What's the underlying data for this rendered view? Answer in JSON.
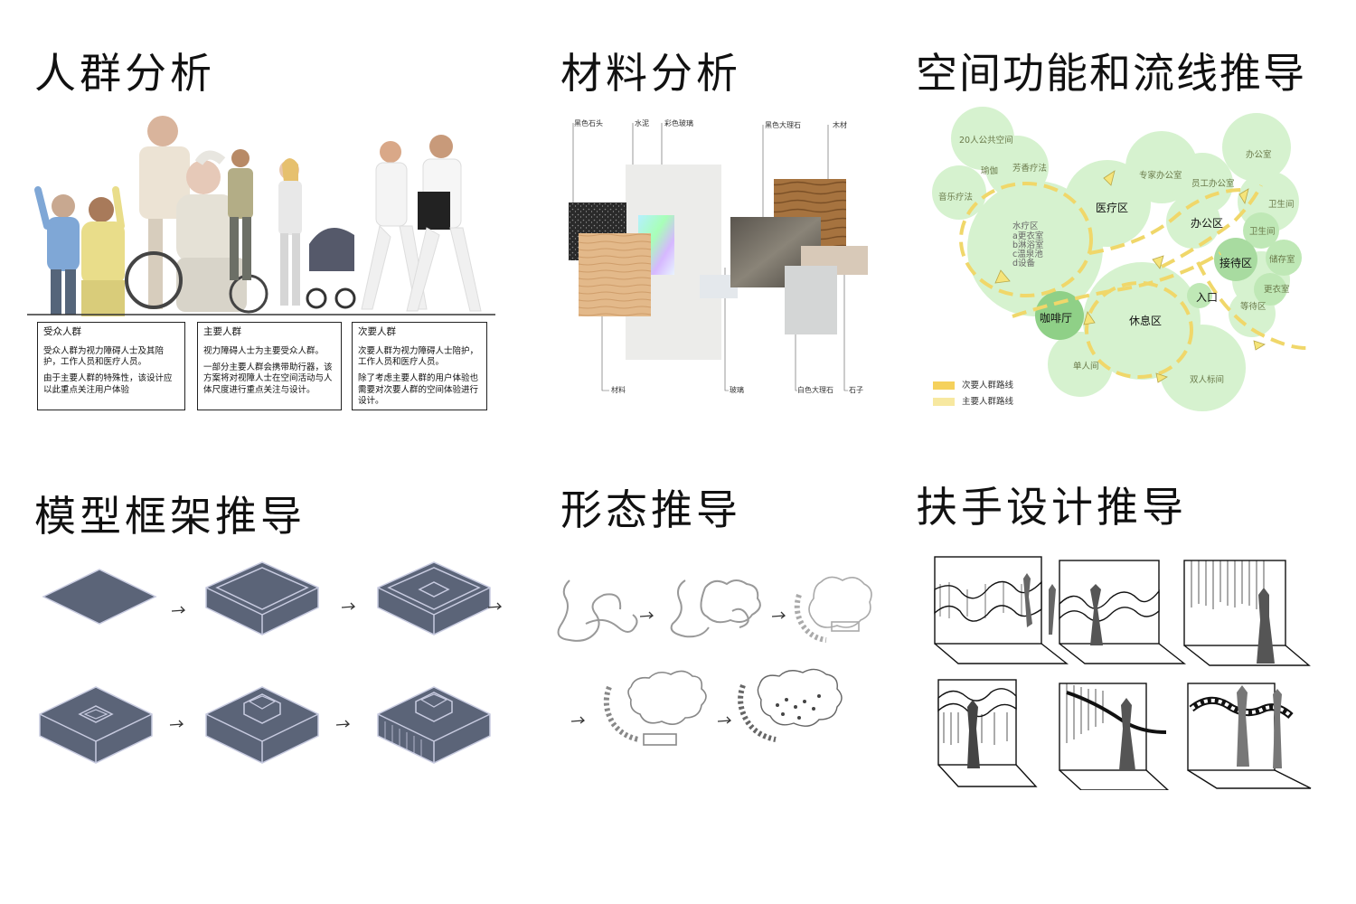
{
  "titles": {
    "crowd": "人群分析",
    "material": "材料分析",
    "space": "空间功能和流线推导",
    "model": "模型框架推导",
    "form": "形态推导",
    "handrail": "扶手设计推导"
  },
  "crowd_boxes": [
    {
      "title": "受众人群",
      "p1": "受众人群为视力障碍人士及其陪护，工作人员和医疗人员。",
      "p2": "由于主要人群的特殊性，该设计应以此重点关注用户体验"
    },
    {
      "title": "主要人群",
      "p1": "视力障碍人士为主要受众人群。",
      "p2": "一部分主要人群会携带助行器，该方案将对视障人士在空间活动与人体尺度进行重点关注与设计。"
    },
    {
      "title": "次要人群",
      "p1": "次要人群为视力障碍人士陪护，工作人员和医疗人员。",
      "p2": "除了考虑主要人群的用户体验也需要对次要人群的空间体验进行设计。"
    }
  ],
  "material_labels": {
    "black_stone": "黑色石头",
    "cement": "水泥",
    "color_glass": "彩色玻璃",
    "black_marble": "黑色大理石",
    "wood": "木材",
    "material": "材料",
    "glass": "玻璃",
    "white_marble": "白色大理石",
    "pebble": "石子"
  },
  "space_labels": {
    "public20": "20人公共空间",
    "yoga": "瑜伽",
    "aroma": "芳香疗法",
    "music": "音乐疗法",
    "expert_office": "专家办公室",
    "office_top": "办公室",
    "staff_office": "员工办公室",
    "toilet1": "卫生间",
    "medical": "医疗区",
    "hydro": "水疗区",
    "hydro_a": "a更衣室",
    "hydro_b": "b淋浴室",
    "hydro_c": "c温泉池",
    "hydro_d": "d设备",
    "office_area": "办公区",
    "toilet2": "卫生间",
    "reception": "接待区",
    "storage": "储存室",
    "cloak": "更衣室",
    "entrance": "入口",
    "waiting": "等待区",
    "cafe": "咖啡厅",
    "rest": "休息区",
    "single": "单人间",
    "double": "双人标间"
  },
  "legend": {
    "secondary": "次要人群路线",
    "primary": "主要人群路线",
    "secondary_color": "#f5d15c",
    "primary_color": "#f7e8a0"
  },
  "colors": {
    "model_fill": "#5b6478",
    "bubble_light": "#d6f2cf",
    "bubble_mid": "#bfe8b6",
    "bubble_dark": "#8fd087",
    "path": "#f0d76a"
  }
}
